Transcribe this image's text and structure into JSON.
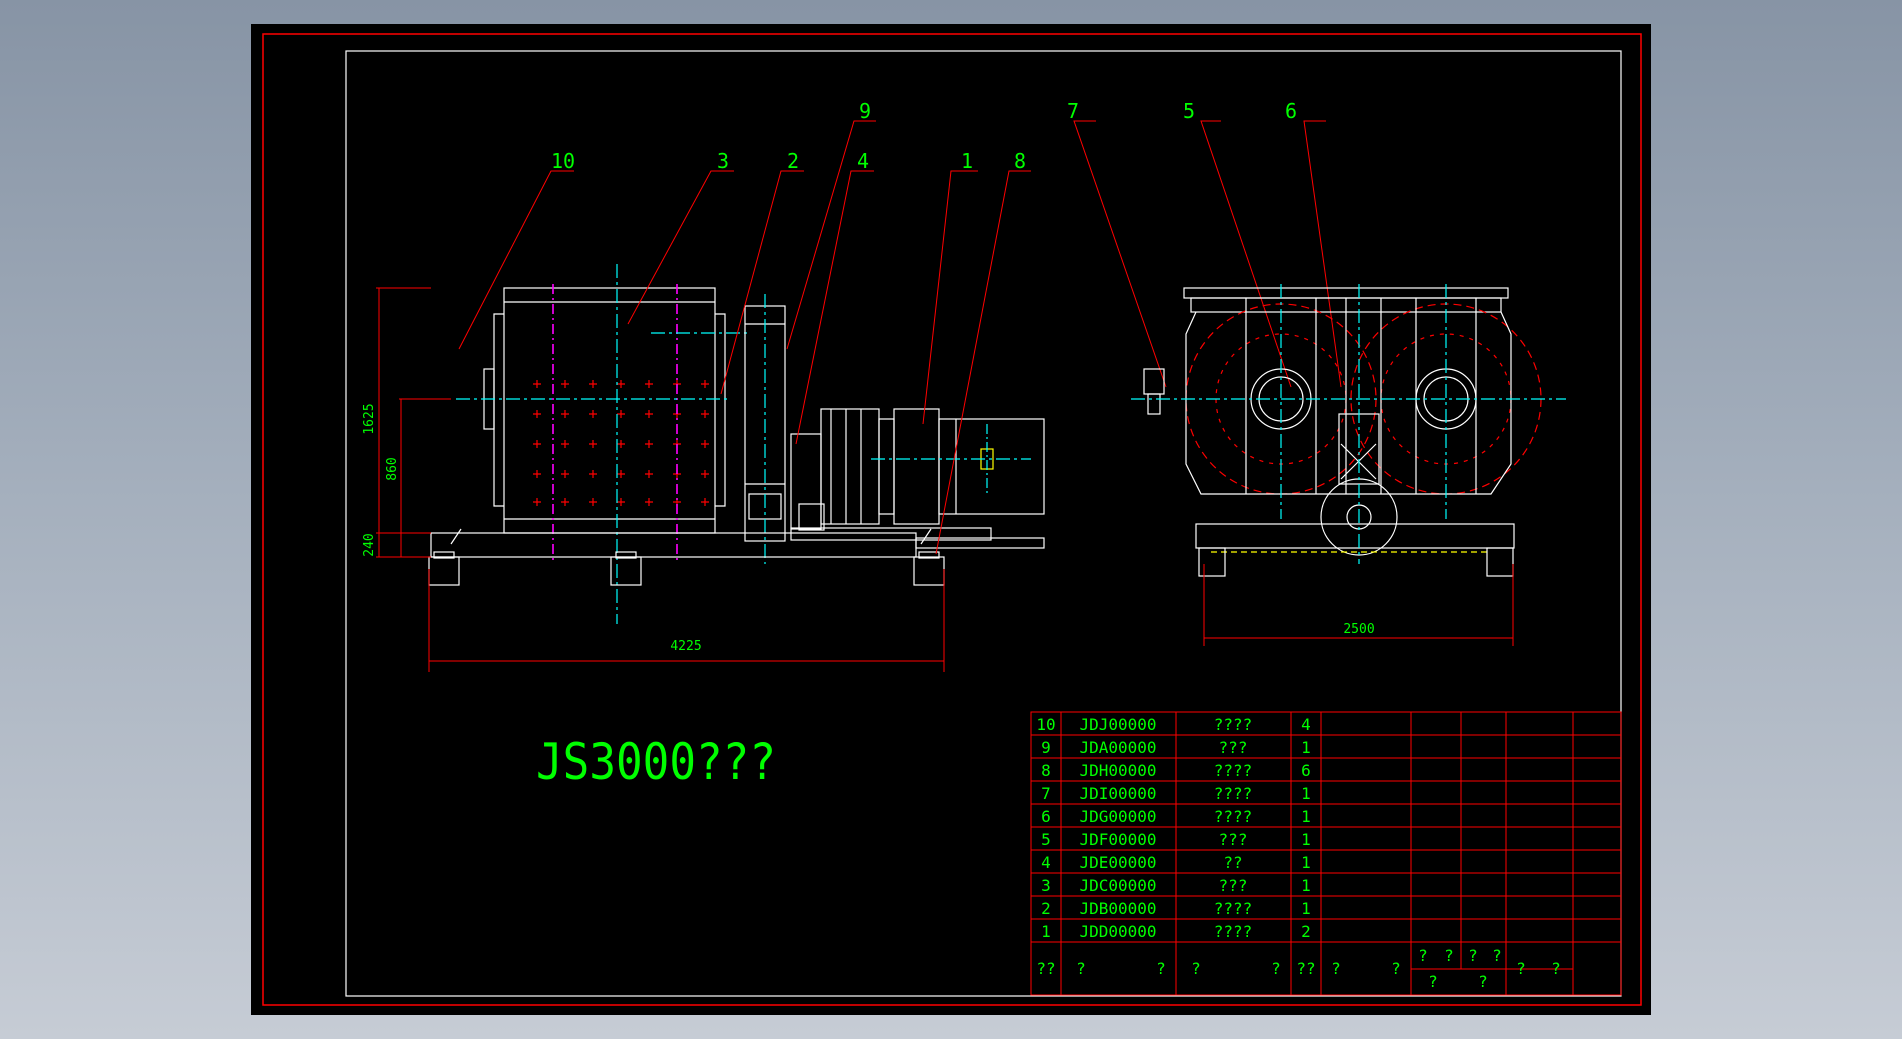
{
  "title": "JS3000???",
  "colors": {
    "background": "#000000",
    "frame": "#ff0000",
    "outline": "#ffffff",
    "text": "#00ff00",
    "centerline": "#00ffff",
    "hatch": "#ff00ff",
    "tag": "#ffff00"
  },
  "labels": {
    "side": [
      "10",
      "3",
      "2",
      "9",
      "4",
      "1",
      "8"
    ],
    "front": [
      "7",
      "5",
      "6"
    ]
  },
  "dimensions": {
    "length": "4225",
    "height": "1625",
    "inner": "860",
    "base": "240",
    "width": "2500"
  },
  "parts": [
    {
      "no": "10",
      "code": "JDJ00000",
      "name": "????",
      "qty": "4"
    },
    {
      "no": "9",
      "code": "JDA00000",
      "name": "???",
      "qty": "1"
    },
    {
      "no": "8",
      "code": "JDH00000",
      "name": "????",
      "qty": "6"
    },
    {
      "no": "7",
      "code": "JDI00000",
      "name": "????",
      "qty": "1"
    },
    {
      "no": "6",
      "code": "JDG00000",
      "name": "????",
      "qty": "1"
    },
    {
      "no": "5",
      "code": "JDF00000",
      "name": "???",
      "qty": "1"
    },
    {
      "no": "4",
      "code": "JDE00000",
      "name": "??",
      "qty": "1"
    },
    {
      "no": "3",
      "code": "JDC00000",
      "name": "???",
      "qty": "1"
    },
    {
      "no": "2",
      "code": "JDB00000",
      "name": "????",
      "qty": "1"
    },
    {
      "no": "1",
      "code": "JDD00000",
      "name": "????",
      "qty": "2"
    }
  ],
  "header": {
    "no": "??",
    "code_a": "?",
    "code_b": "?",
    "name_a": "?",
    "name_b": "?",
    "qty": "??",
    "mat_a": "?",
    "mat_b": "?",
    "w1": "?",
    "w2": "?",
    "w3": "?",
    "w4": "?",
    "w5": "?",
    "w6": "?",
    "rem_a": "?",
    "rem_b": "?"
  }
}
